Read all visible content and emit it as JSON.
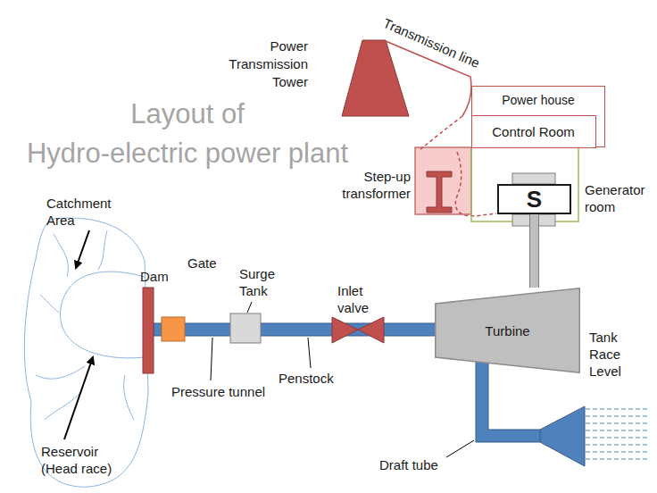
{
  "diagram": {
    "title": "Layout of Hydro-electric power plant",
    "nodes": [
      {
        "text": [
          "Power house"
        ]
      },
      {
        "text": [
          "Control Room"
        ],
        "in": 0
      },
      {
        "text": [
          "S"
        ]
      },
      {
        "text": [
          "Turbine"
        ]
      }
    ],
    "edges": [
      {
        "from": 2,
        "to": 3,
        "arrow": "none"
      }
    ],
    "labels": [
      "Power Transmission Tower",
      "Transmission line",
      "Step-up transformer",
      "Generator room",
      "Catchment Area",
      "Dam",
      "Gate",
      "Surge Tank",
      "Inlet valve",
      "Tank Race Level",
      "Reservoir (Head race)",
      "Pressure tunnel",
      "Penstock",
      "Draft tube"
    ]
  }
}
